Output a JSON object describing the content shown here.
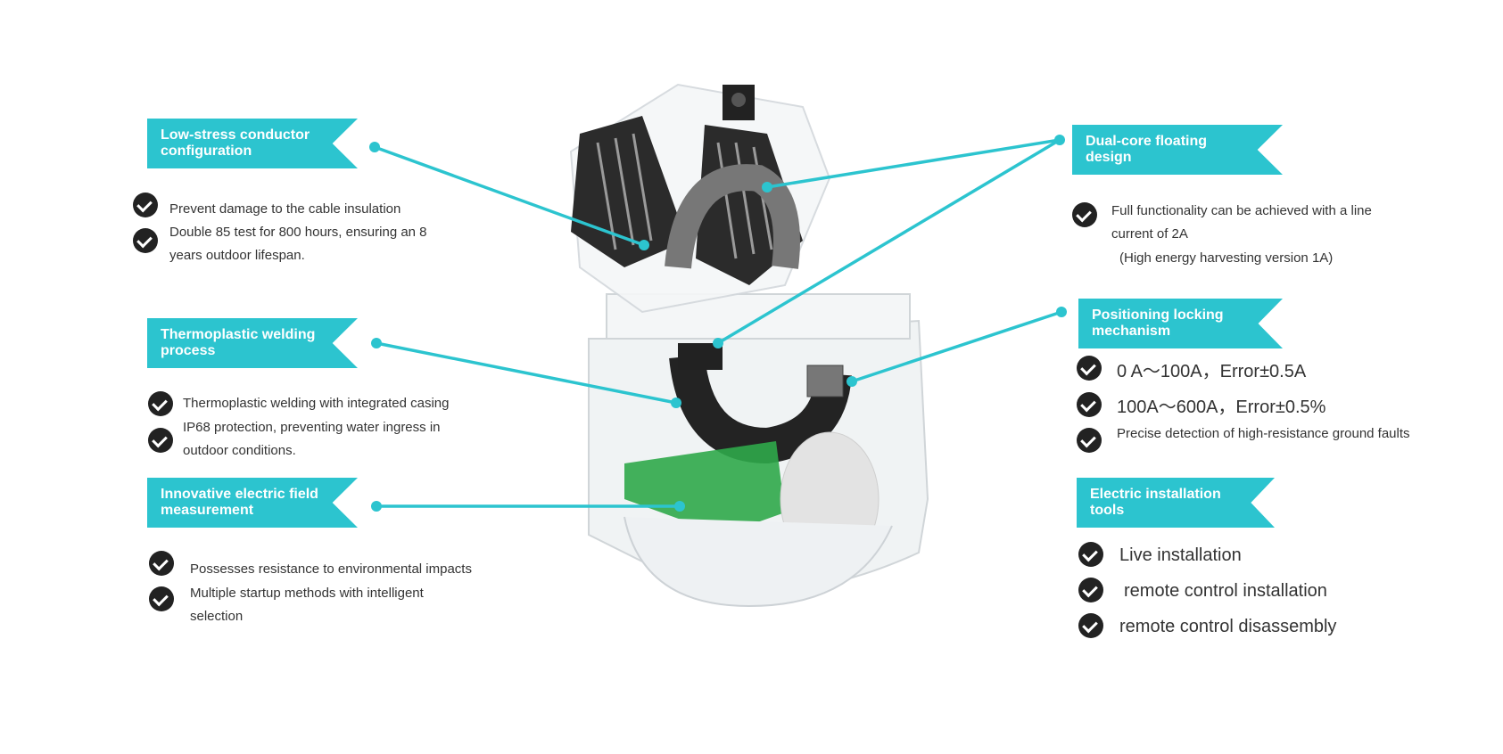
{
  "accent_color": "#2cc4cf",
  "callouts_left": [
    {
      "title": "Low-stress conductor configuration",
      "items": [
        "Prevent damage to the cable insulation",
        "Double 85 test for 800 hours, ensuring an 8 years outdoor lifespan."
      ]
    },
    {
      "title": "Thermoplastic welding process",
      "items": [
        "Thermoplastic welding with integrated casing",
        "IP68 protection, preventing water ingress in outdoor conditions."
      ]
    },
    {
      "title": "Innovative electric field measurement",
      "items": [
        "Possesses resistance to environmental impacts",
        "Multiple startup methods with intelligent selection"
      ]
    }
  ],
  "callouts_right": [
    {
      "title": "Dual-core floating design",
      "items": [
        "Full functionality can be achieved with a line current of 2A",
        "(High energy harvesting version 1A)"
      ]
    },
    {
      "title": "Positioning locking mechanism",
      "items": [
        "0 A～100A，Error±0.5A",
        "100A～600A，Error±0.5%",
        "Precise detection of high-resistance ground faults"
      ]
    },
    {
      "title": "Electric installation tools",
      "items": [
        "Live installation",
        "remote control installation",
        "remote control disassembly"
      ]
    }
  ]
}
